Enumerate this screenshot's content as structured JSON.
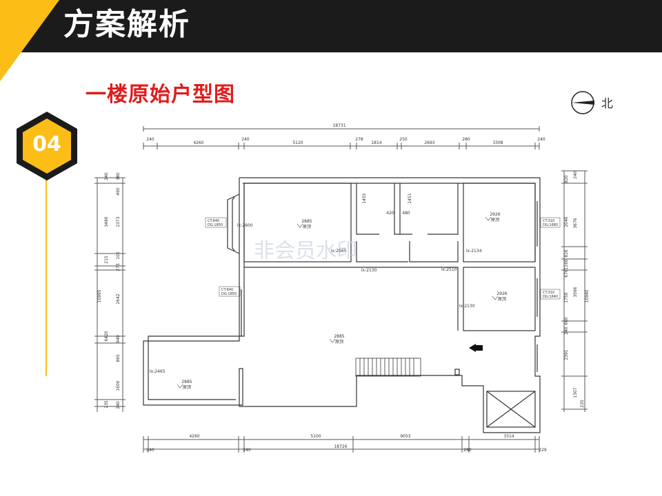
{
  "header": {
    "title": "方案解析"
  },
  "subtitle": "一楼原始户型图",
  "badge": {
    "number": "04"
  },
  "compass": {
    "label": "北"
  },
  "watermark": "非会员水印",
  "dims_top": {
    "total": "18731",
    "segments": [
      "240",
      "4260",
      "240",
      "5120",
      "278",
      "1814",
      "250",
      "2693",
      "280",
      "3308",
      "240"
    ]
  },
  "dims_bottom": {
    "upper": [
      "4260",
      "5100",
      "9053",
      "3314"
    ],
    "lower": [
      "240",
      "240",
      "18726",
      "280",
      "229"
    ]
  },
  "dims_left": {
    "outer": [
      "240",
      "3480",
      "215",
      "6420",
      "235"
    ],
    "inner": [
      "380",
      "460",
      "2373",
      "100",
      "273",
      "2642",
      "940",
      "865",
      "1600",
      "240"
    ],
    "total": "10995"
  },
  "dims_right": {
    "outer": [
      "240",
      "3676",
      "3566",
      "1307"
    ],
    "inner": [
      "820",
      "2040",
      "816",
      "1160",
      "676",
      "1750",
      "660",
      "240",
      "2391"
    ],
    "total": "10940",
    "tail": "235"
  },
  "rooms": [
    {
      "height": "2885",
      "label": "原顶"
    },
    {
      "height": "2926",
      "label": "原顶"
    },
    {
      "height": "2926",
      "label": "原顶"
    },
    {
      "height": "2885",
      "label": "原顶"
    },
    {
      "height": "2885",
      "label": "原顶"
    }
  ],
  "openings": [
    "lx:2600",
    "lx:2565",
    "lx:2130",
    "lx:2510",
    "lx:2134",
    "lx:2130",
    "lx:2465"
  ],
  "windows": [
    {
      "line1": "CT:840",
      "line2": "DG:1850"
    },
    {
      "line1": "CT:840",
      "line2": "DG:1850"
    },
    {
      "line1": "CT:310",
      "line2": "DG:1680"
    },
    {
      "line1": "CT:310",
      "line2": "DG:1640"
    }
  ],
  "small_dims": [
    "1455",
    "1451",
    "420",
    "480"
  ]
}
